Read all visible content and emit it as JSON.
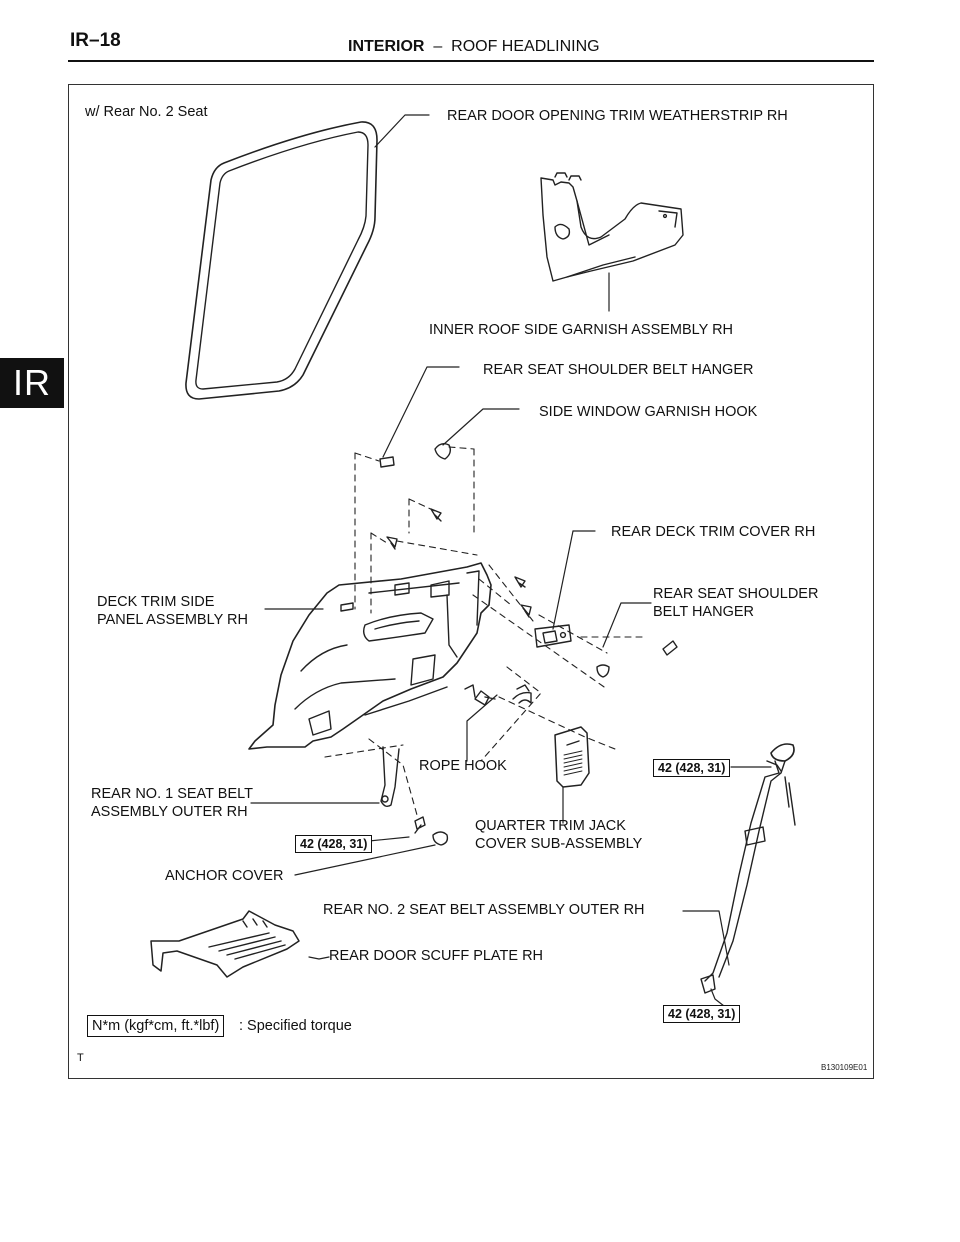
{
  "page": {
    "number": "IR–18",
    "section_bold": "INTERIOR",
    "section_rest": "  –  ROOF HEADLINING",
    "side_tab": "IR"
  },
  "diagram": {
    "caption": "w/ Rear No. 2 Seat",
    "figure_id": "B130109E01",
    "corner_mark": "T",
    "labels": {
      "weatherstrip": "REAR DOOR OPENING TRIM WEATHERSTRIP RH",
      "inner_roof_garnish": "INNER ROOF SIDE GARNISH ASSEMBLY RH",
      "belt_hanger_top": "REAR SEAT SHOULDER BELT HANGER",
      "window_garnish_hook": "SIDE WINDOW GARNISH HOOK",
      "deck_trim_cover": "REAR DECK TRIM COVER RH",
      "deck_trim_panel": "DECK TRIM SIDE\nPANEL ASSEMBLY RH",
      "belt_hanger_right": "REAR SEAT SHOULDER\nBELT HANGER",
      "rope_hook": "ROPE HOOK",
      "seat1_belt": "REAR NO. 1 SEAT BELT\nASSEMBLY OUTER RH",
      "jack_cover": "QUARTER TRIM JACK\nCOVER SUB-ASSEMBLY",
      "anchor_cover": "ANCHOR COVER",
      "seat2_belt": "REAR NO. 2 SEAT BELT ASSEMBLY OUTER RH",
      "scuff_plate": "REAR DOOR SCUFF PLATE RH"
    },
    "torque_values": {
      "right_top": "42 (428, 31)",
      "center": "42 (428, 31)",
      "right_bottom": "42 (428, 31)"
    },
    "legend": {
      "unit_box": "N*m (kgf*cm, ft.*lbf)",
      "description": ": Specified torque"
    }
  }
}
